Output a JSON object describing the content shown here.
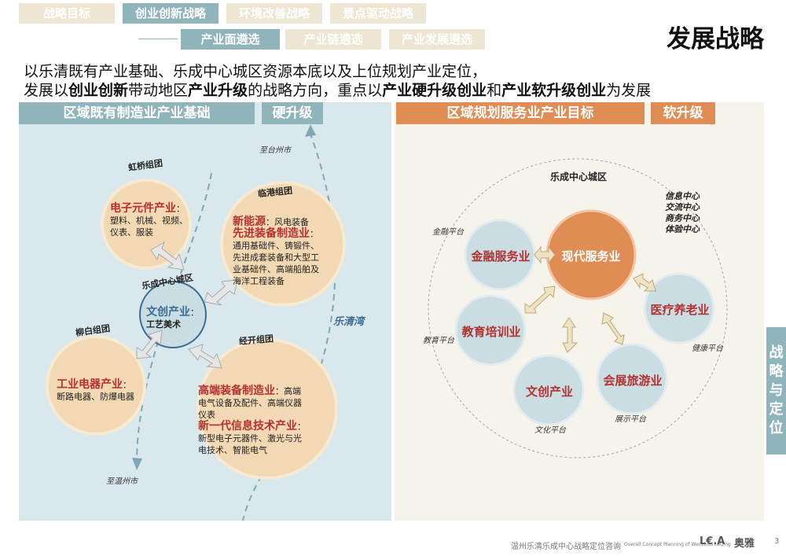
{
  "tabs_row1": [
    "战略目标",
    "创业创新战略",
    "环境改善战略",
    "景点驱动战略"
  ],
  "tabs_row2": [
    "产业面遴选",
    "产业链遴选",
    "产业发展遴选"
  ],
  "page_title": "发展战略",
  "intro": {
    "line1": "以乐清既有产业基础、乐成中心城区资源本底以及上位规划产业定位，",
    "line2_parts": [
      "发展以",
      "创业创新",
      "带动地区",
      "产业升级",
      "的战略方向，重点以",
      "产业硬升级创业",
      "和",
      "产业软升级创业",
      "为发展"
    ]
  },
  "left_panel": {
    "header": "区域既有制造业产业基础",
    "badge": "硬升级",
    "to_taizhou": "至台州市",
    "to_wenzhou": "至温州市",
    "bay": "乐清湾",
    "groups": {
      "hongqiao": {
        "name": "虹桥组团",
        "industry": "电子元件产业",
        "detail_lines": [
          "塑料、机械、视频、",
          "仪表、服装"
        ]
      },
      "lingang": {
        "name": "临港组团",
        "industry1": "新能源",
        "industry1_detail": "：风电装备",
        "industry2": "先进装备制造业",
        "detail_lines": [
          "通用基础件、铸锻件、",
          "先进成套装备和大型工",
          "业基础件、高端船舶及",
          "海洋工程装备"
        ]
      },
      "center": {
        "name": "乐成中心城区",
        "industry": "文创产业",
        "detail": "工艺美术"
      },
      "liubai": {
        "name": "柳白组团",
        "industry": "工业电器产业",
        "detail_lines": [
          "断路电器、防爆电器"
        ]
      },
      "jingkai": {
        "name": "经开组团",
        "industry1": "高端装备制造业",
        "industry1_detail_lines": [
          "：高端",
          "电气设备及配件、高端仪器",
          "仪表"
        ],
        "industry2": "新一代信息技术产业",
        "industry2_detail_lines": [
          "：",
          "新型电子元器件、激光与光",
          "电技术、智能电气"
        ]
      }
    }
  },
  "right_panel": {
    "header": "区域规划服务业产业目标",
    "badge": "软升级",
    "city_area": "乐成中心城区",
    "center_node": "现代服务业",
    "nodes": [
      "金融服务业",
      "教育培训业",
      "文创产业",
      "会展旅游业",
      "医疗养老业"
    ],
    "platforms": [
      "金融平台",
      "教育平台",
      "文化平台",
      "展示平台",
      "健康平台"
    ],
    "centers": [
      "信息中心",
      "交流中心",
      "商务中心",
      "体验中心"
    ]
  },
  "side_tab": [
    "战",
    "略",
    "与",
    "定",
    "位"
  ],
  "footer": {
    "cn": "温州乐清乐成中心战略定位咨询",
    "en": "Overall Concept Planning of Wenzhou LeQing",
    "logo": "L€.A",
    "brand": "奥雅",
    "page": "3"
  },
  "colors": {
    "teal": "#8fb4bc",
    "beige": "#ece6d2",
    "orange": "#e08c55",
    "red_text": "#b3322f",
    "tan_circle": "#f2d9b4",
    "blue_circle": "#c9dde3"
  }
}
